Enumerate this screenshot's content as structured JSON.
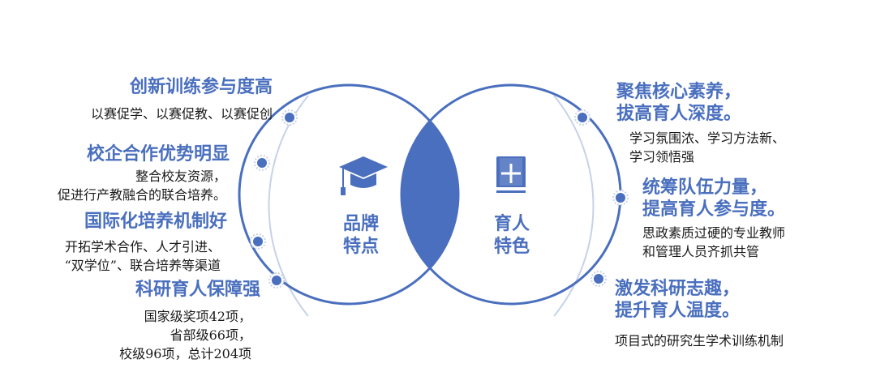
{
  "center": {
    "left_title": [
      "品牌",
      "特点"
    ],
    "right_title": [
      "育人",
      "特色"
    ],
    "left_icon": "graduation-cap-icon",
    "right_icon": "book-plus-icon"
  },
  "left_items": [
    {
      "heading": "创新训练参与度高",
      "lines": [
        "以赛促学、以赛促教、以赛促创"
      ]
    },
    {
      "heading": "校企合作优势明显",
      "lines": [
        "整合校友资源，",
        "促进行产教融合的联合培养。"
      ]
    },
    {
      "heading": "国际化培养机制好",
      "lines": [
        "开拓学术合作、人才引进、",
        "“双学位”、联合培养等渠道"
      ]
    },
    {
      "heading": "科研育人保障强",
      "lines": [
        "国家级奖项42项，",
        "省部级66项，",
        "校级96项，总计204项"
      ]
    }
  ],
  "right_items": [
    {
      "heading": [
        "聚焦核心素养，",
        "拔高育人深度。"
      ],
      "lines": [
        "学习氛围浓、学习方法新、",
        "学习领悟强"
      ]
    },
    {
      "heading": [
        "统筹队伍力量，",
        "提高育人参与度。"
      ],
      "lines": [
        "思政素质过硬的专业教师",
        "和管理人员齐抓共管"
      ]
    },
    {
      "heading": [
        "激发科研志趣，",
        "提升育人温度。"
      ],
      "lines": [
        "项目式的研究生学术训练机制"
      ]
    }
  ],
  "colors": {
    "accent": "#4a6fbe",
    "arc": "#c7d2e8",
    "text": "#1a1a1a"
  }
}
